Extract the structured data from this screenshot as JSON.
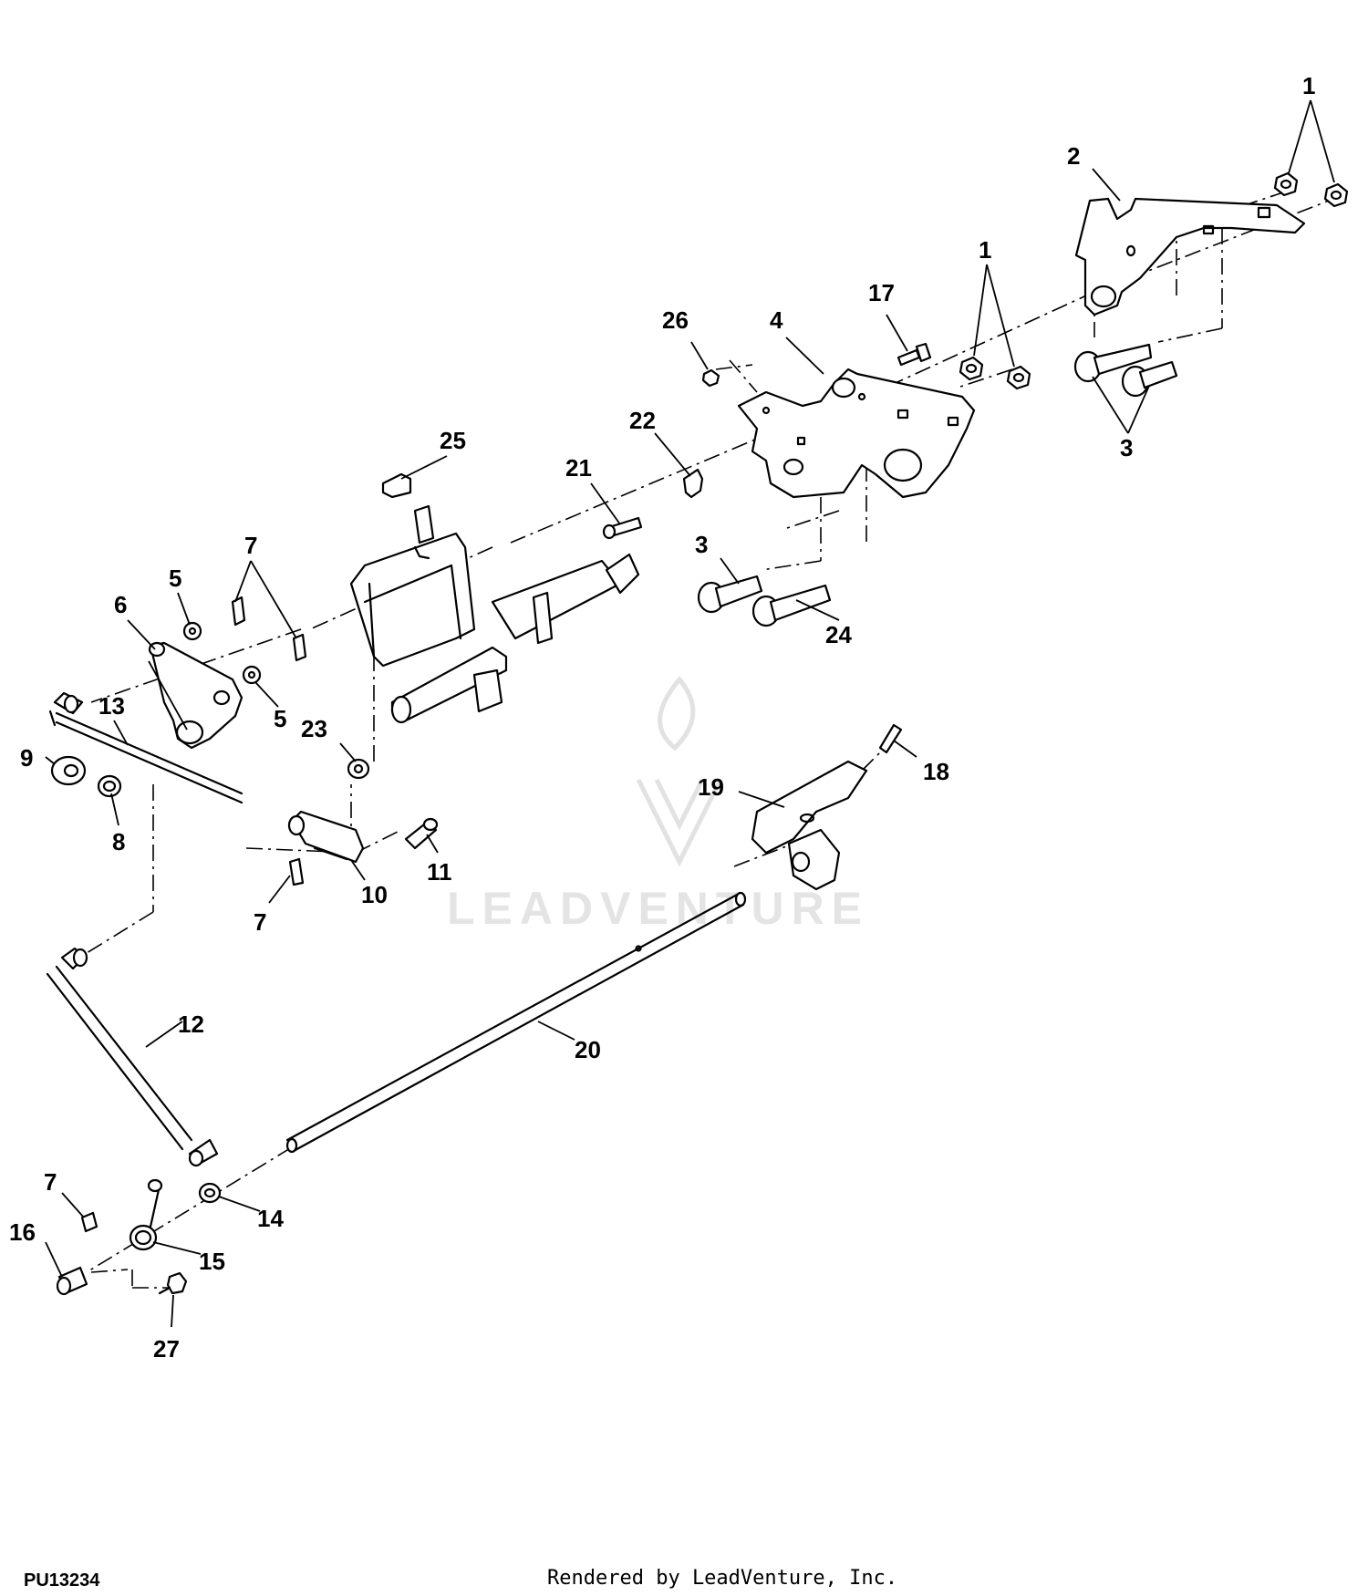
{
  "figure_id": "PU13234",
  "footer_credit": "Rendered by LeadVenture, Inc.",
  "watermark_text": "LEADVENTURE",
  "callouts": [
    "1",
    "2",
    "1",
    "17",
    "26",
    "4",
    "3",
    "25",
    "22",
    "21",
    "3",
    "24",
    "7",
    "5",
    "6",
    "5",
    "13",
    "23",
    "9",
    "8",
    "11",
    "10",
    "7",
    "19",
    "18",
    "20",
    "12",
    "7",
    "14",
    "16",
    "15",
    "27"
  ],
  "colors": {
    "ink": "#000000",
    "watermark": "#e2e2e2",
    "background": "#ffffff"
  }
}
